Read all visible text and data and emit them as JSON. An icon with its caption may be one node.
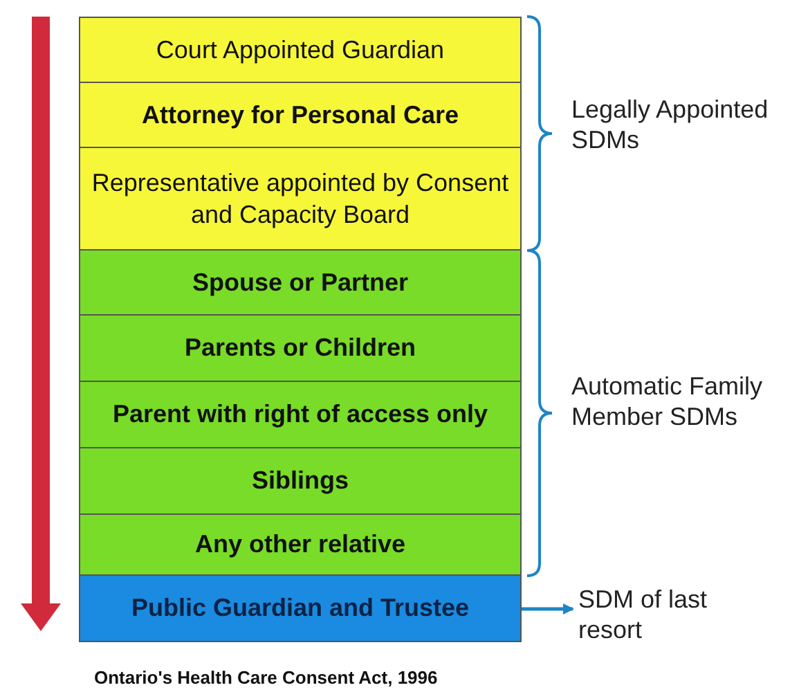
{
  "diagram": {
    "caption": "Ontario's Health Care Consent Act, 1996",
    "nodes": [
      {
        "text": [
          "Court Appointed Guardian"
        ]
      },
      {
        "text": [
          "Attorney for Personal Care"
        ]
      },
      {
        "text": [
          "Representative appointed by Consent and Capacity Board"
        ]
      },
      {
        "text": [
          "Spouse or Partner"
        ]
      },
      {
        "text": [
          "Parents or Children"
        ]
      },
      {
        "text": [
          "Parent with right of access only"
        ]
      },
      {
        "text": [
          "Siblings"
        ]
      },
      {
        "text": [
          "Any other relative"
        ]
      },
      {
        "text": [
          "Public Guardian and Trustee"
        ]
      },
      {
        "text": [
          "SDM of last resort"
        ]
      }
    ],
    "edges": [
      {
        "from": 8,
        "to": 9,
        "arrow": "to"
      }
    ],
    "labels": [
      "Legally Appointed SDMs",
      "Automatic Family Member SDMs"
    ]
  }
}
